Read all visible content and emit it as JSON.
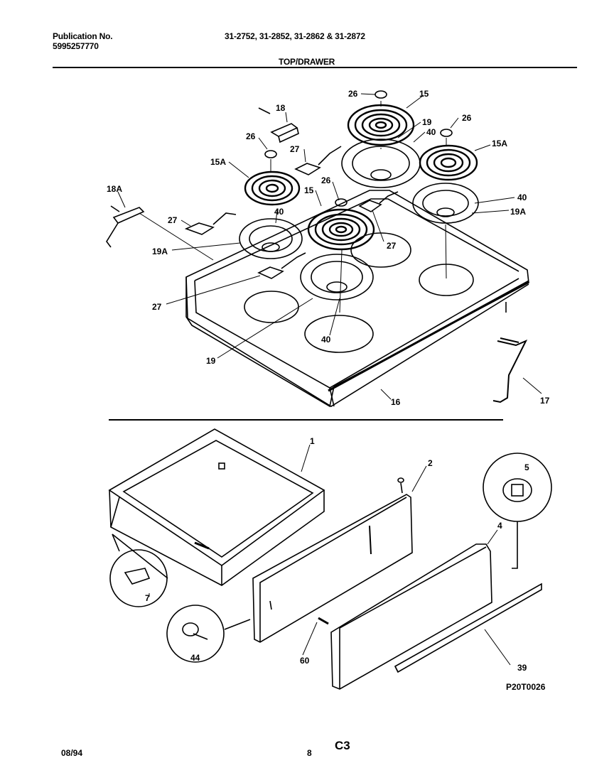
{
  "header": {
    "publication_label": "Publication No.",
    "publication_number": "5995257770",
    "models": "31-2752, 31-2852, 31-2862 & 31-2872",
    "section_title": "TOP/DRAWER"
  },
  "callouts": {
    "c26a": "26",
    "c15a": "15",
    "c18": "18",
    "c19a": "19",
    "c40a": "40",
    "c26b": "26",
    "c15Aright": "15A",
    "c26c": "26",
    "c27a": "27",
    "c15Aleft": "15A",
    "c18A": "18A",
    "c26d": "26",
    "c15b": "15",
    "c40b": "40",
    "c40c": "40",
    "c19Aright": "19A",
    "c27b": "27",
    "c27c": "27",
    "c19Aleft": "19A",
    "c27d": "27",
    "c40d": "40",
    "c19b": "19",
    "c16": "16",
    "c17": "17",
    "c1": "1",
    "c2": "2",
    "c5": "5",
    "c4": "4",
    "c7": "7",
    "c44": "44",
    "c60": "60",
    "c39": "39"
  },
  "footer": {
    "drawing_id": "P20T0026",
    "date": "08/94",
    "page_number": "8",
    "page_code": "C3"
  }
}
